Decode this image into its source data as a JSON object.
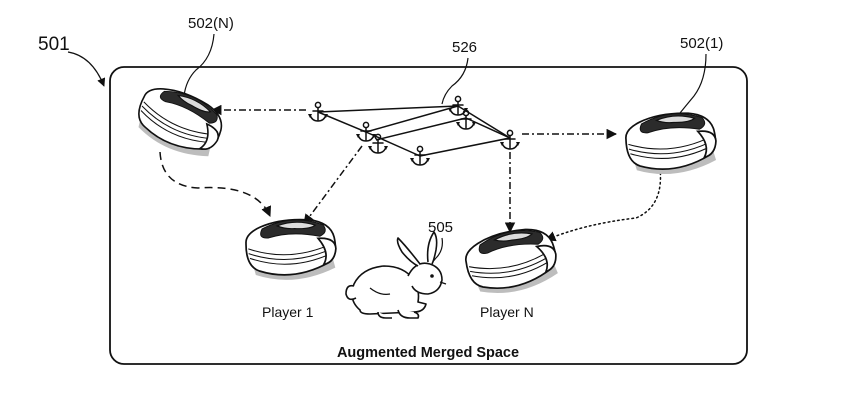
{
  "figure": {
    "ref_figure": "501",
    "ref_headset_n": "502(N)",
    "ref_headset_1": "502(1)",
    "ref_anchors": "526",
    "ref_rabbit": "505",
    "player_1_label": "Player 1",
    "player_n_label": "Player N",
    "caption": "Augmented Merged Space"
  },
  "icons": {
    "headset": "vr-headset-icon",
    "anchor": "anchor-icon",
    "rabbit": "rabbit-icon"
  }
}
